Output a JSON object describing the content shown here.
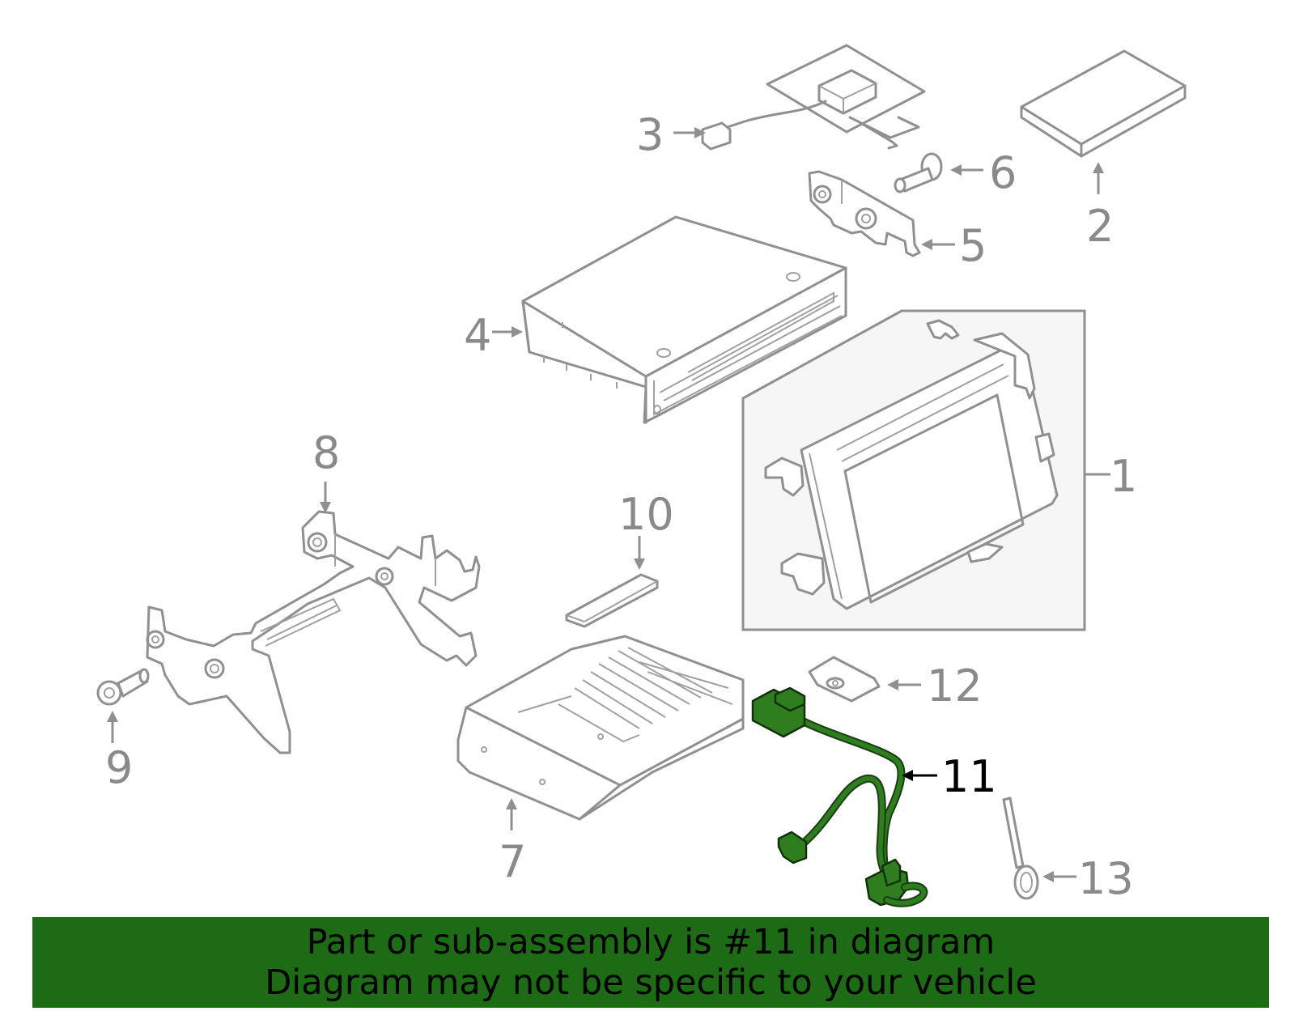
{
  "diagram": {
    "highlighted_part": "11",
    "highlight_color": "#2e7d1e",
    "callouts": [
      "1",
      "2",
      "3",
      "4",
      "5",
      "6",
      "7",
      "8",
      "9",
      "10",
      "11",
      "12",
      "13"
    ]
  },
  "banner": {
    "line1": "Part or sub-assembly is #11 in diagram",
    "line2": "Diagram may not be specific to your vehicle",
    "background_color": "#1d6b15"
  }
}
